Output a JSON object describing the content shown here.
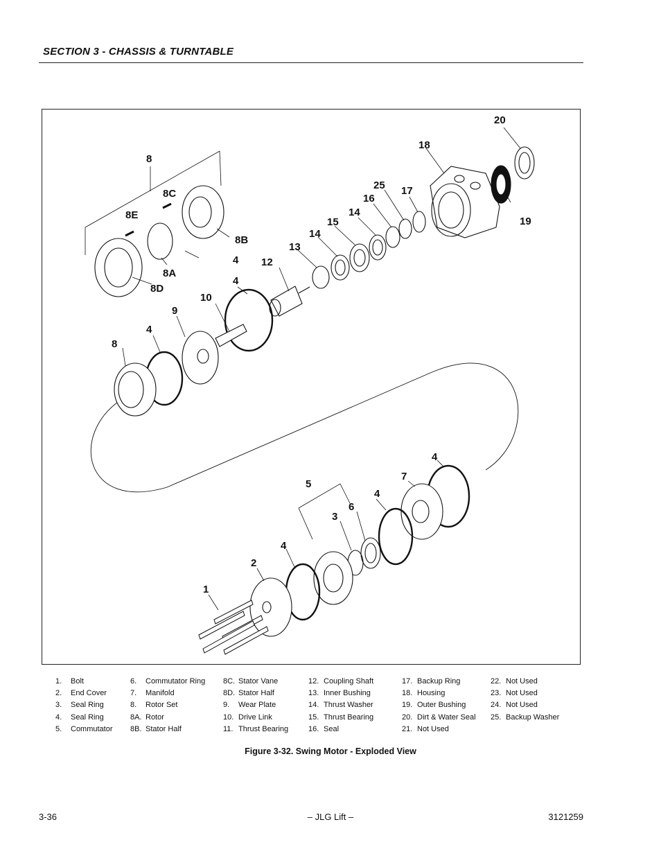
{
  "header": {
    "section_title": "SECTION 3 - CHASSIS & TURNTABLE"
  },
  "figure": {
    "callouts": [
      "20",
      "18",
      "8",
      "8C",
      "25",
      "17",
      "16",
      "8E",
      "14",
      "19",
      "15",
      "8B",
      "14",
      "13",
      "4",
      "8A",
      "12",
      "8D",
      "4",
      "10",
      "9",
      "4",
      "8",
      "4",
      "7",
      "5",
      "4",
      "6",
      "3",
      "4",
      "2",
      "1"
    ]
  },
  "legend": {
    "columns": [
      [
        {
          "n": "1.",
          "t": "Bolt"
        },
        {
          "n": "2.",
          "t": "End Cover"
        },
        {
          "n": "3.",
          "t": "Seal Ring"
        },
        {
          "n": "4.",
          "t": "Seal Ring"
        },
        {
          "n": "5.",
          "t": "Commutator"
        }
      ],
      [
        {
          "n": "6.",
          "t": "Commutator Ring"
        },
        {
          "n": "7.",
          "t": "Manifold"
        },
        {
          "n": "8.",
          "t": "Rotor Set"
        },
        {
          "n": "8A.",
          "t": "Rotor"
        },
        {
          "n": "8B.",
          "t": "Stator Half"
        }
      ],
      [
        {
          "n": "8C.",
          "t": "Stator Vane"
        },
        {
          "n": "8D.",
          "t": "Stator Half"
        },
        {
          "n": "9.",
          "t": "Wear Plate"
        },
        {
          "n": "10.",
          "t": "Drive Link"
        },
        {
          "n": "11.",
          "t": "Thrust Bearing"
        }
      ],
      [
        {
          "n": "12.",
          "t": "Coupling Shaft"
        },
        {
          "n": "13.",
          "t": "Inner Bushing"
        },
        {
          "n": "14.",
          "t": "Thrust Washer"
        },
        {
          "n": "15.",
          "t": "Thrust Bearing"
        },
        {
          "n": "16.",
          "t": "Seal"
        }
      ],
      [
        {
          "n": "17.",
          "t": "Backup Ring"
        },
        {
          "n": "18.",
          "t": "Housing"
        },
        {
          "n": "19.",
          "t": "Outer Bushing"
        },
        {
          "n": "20.",
          "t": "Dirt & Water Seal"
        },
        {
          "n": "21.",
          "t": "Not Used"
        }
      ],
      [
        {
          "n": "22.",
          "t": "Not Used"
        },
        {
          "n": "23.",
          "t": "Not Used"
        },
        {
          "n": "24.",
          "t": "Not Used"
        },
        {
          "n": "25.",
          "t": "Backup Washer"
        }
      ]
    ]
  },
  "caption": "Figure 3-32.  Swing Motor - Exploded View",
  "footer": {
    "page_number": "3-36",
    "center": "– JLG Lift –",
    "doc_number": "3121259"
  }
}
